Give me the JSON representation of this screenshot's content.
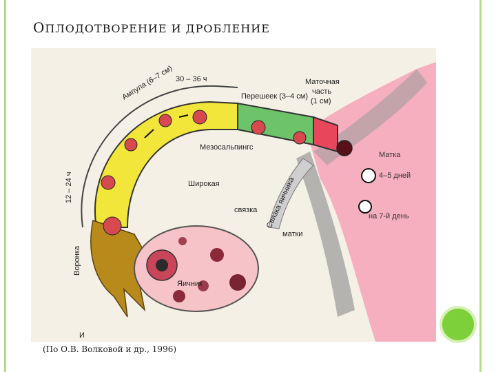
{
  "slide": {
    "title_first": "О",
    "title_rest": "ПЛОДОТВОРЕНИЕ И ДРОБЛЕНИЕ",
    "caption": "(По О.В. Волковой и др., 1996)"
  },
  "labels": {
    "ampulla": "Ампула (6–7 см)",
    "time_30": "30 – 36 ч",
    "isthmus": "Перешеек (3–4 см)",
    "uterine_part_1": "Маточная",
    "uterine_part_2": "часть",
    "uterine_part_3": "(1 см)",
    "mesosalpinx": "Мезосальпингс",
    "uterus": "Матка",
    "days_4_5": "4–5 дней",
    "day_7": "на 7-й день",
    "broad_lig_1": "Широкая",
    "broad_lig_2": "связка",
    "broad_lig_3": "матки",
    "ovary_lig": "Связка яичника",
    "time_12_24": "12 – 24 ч",
    "infundibulum": "Воронка",
    "ovary": "Яичник",
    "i_letter": "И"
  },
  "colors": {
    "tube_yellow": "#f2e63a",
    "isthmus_green": "#6cc36a",
    "uterus_pink": "#f4a3b6",
    "ovary_pink": "#f6c3c9",
    "fimbria_brown": "#b88a1c",
    "background_beige": "#f5f0e6",
    "accent_green": "#7ed03a"
  }
}
